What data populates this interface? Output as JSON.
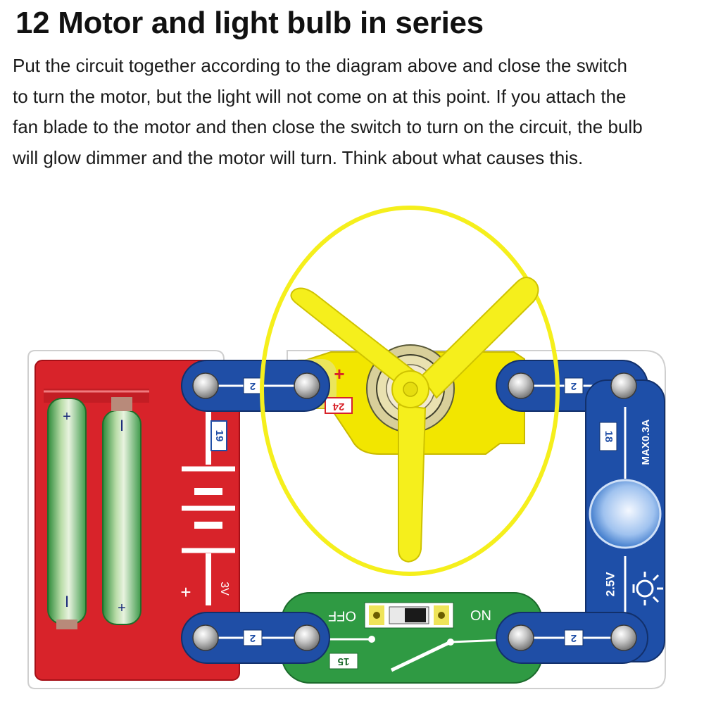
{
  "heading": "12 Motor and light bulb in series",
  "instructions": [
    "Put the circuit together according to the diagram above and close the switch",
    "to turn the motor, but the light will not come on at this point. If you attach the",
    "fan blade to the motor and then close the switch to turn on the circuit, the bulb",
    "will glow dimmer and the motor will turn. Think about what causes this."
  ],
  "components": {
    "battery": {
      "part_number": "19",
      "voltage": "3V",
      "plus_sign": "+",
      "cell_plus": "+",
      "cell_minus": "I",
      "color": "#d8232a"
    },
    "motor": {
      "part_number": "24",
      "plus_sign": "+",
      "color": "#f2e600"
    },
    "bulb": {
      "part_number": "18",
      "rating": "MAX0.3A",
      "voltage": "2.5V",
      "color": "#1e4fa8"
    },
    "switch": {
      "part_number": "15",
      "off_label": "OFF",
      "on_label": "ON",
      "color": "#2f9a43"
    },
    "wires": [
      {
        "part_number": "2"
      },
      {
        "part_number": "2"
      },
      {
        "part_number": "2"
      },
      {
        "part_number": "2"
      }
    ],
    "wire_color": "#1f4ea6",
    "fan_color": "#f5ef1c"
  }
}
